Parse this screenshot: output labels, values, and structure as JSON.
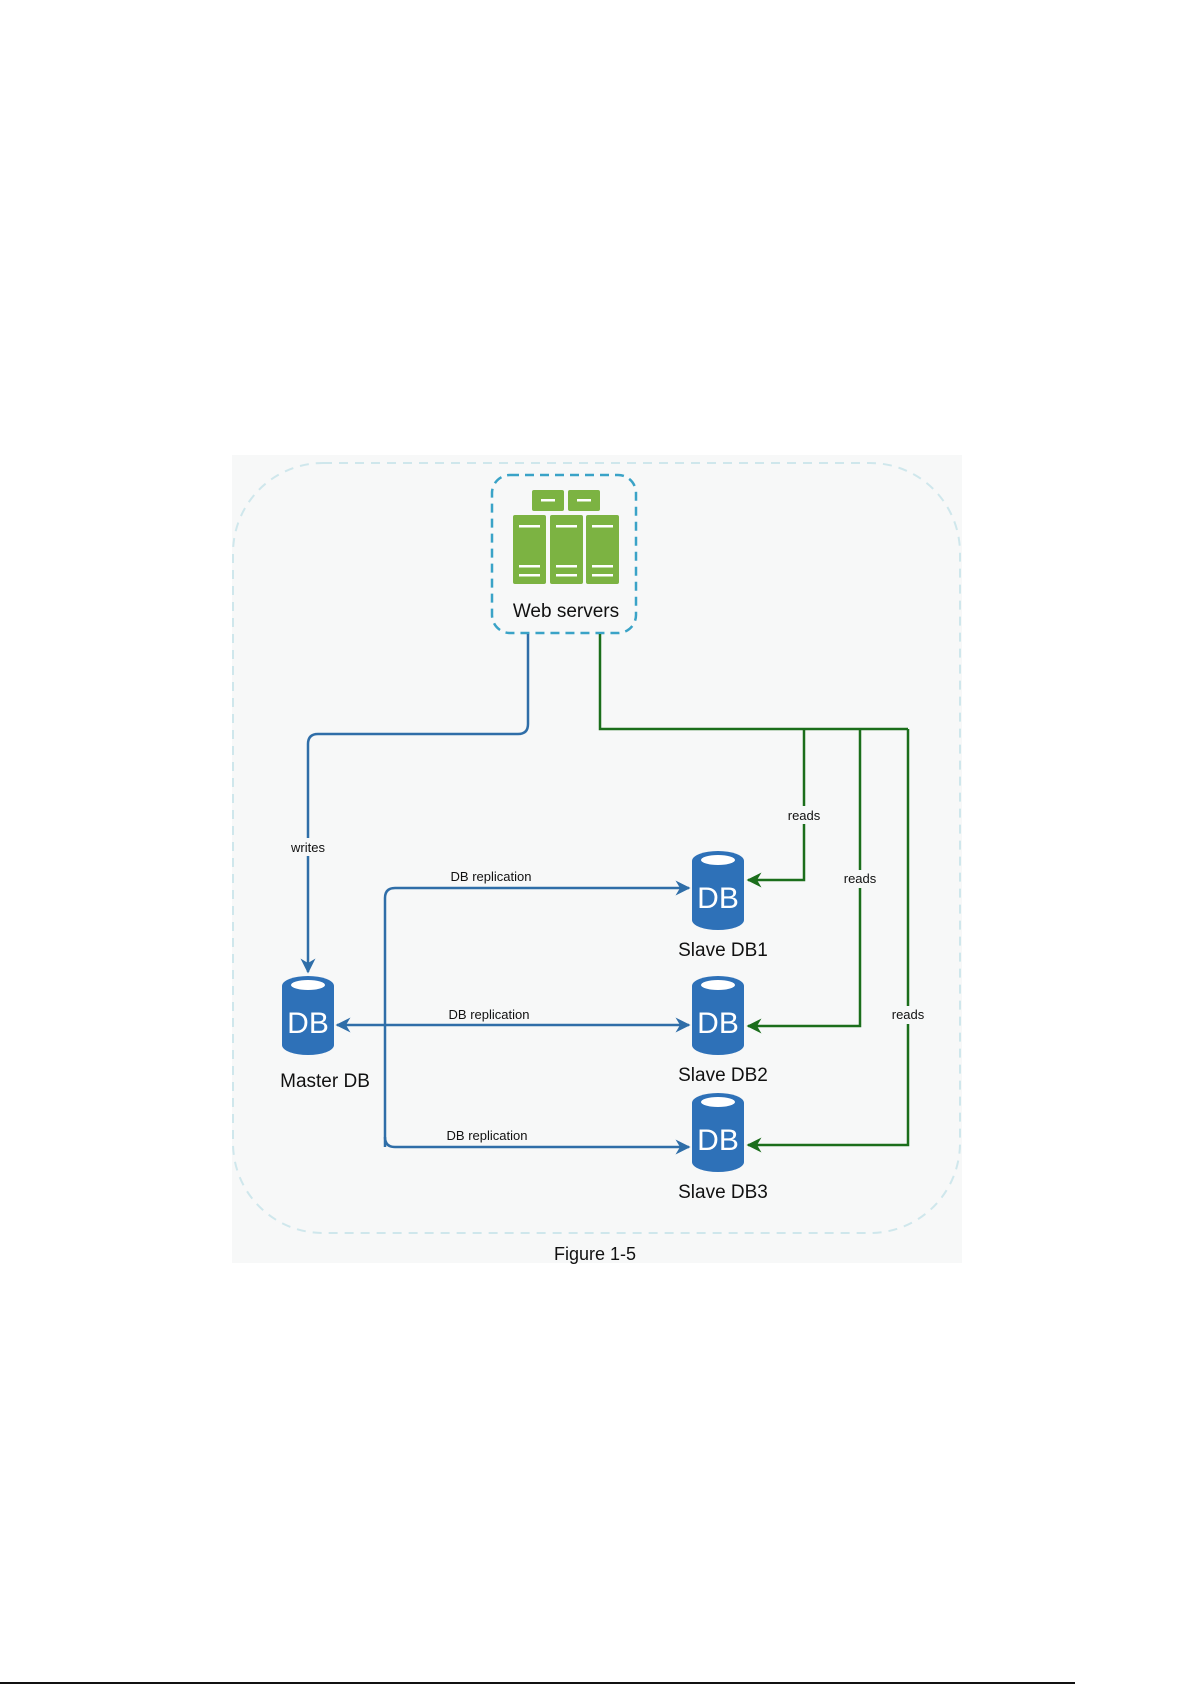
{
  "figure": {
    "caption": "Figure 1-5",
    "colors": {
      "panel_bg": "#f7f8f8",
      "outer_border": "#bfe3ea",
      "webserver_border": "#3aa3c7",
      "server_green": "#7cb342",
      "db_blue": "#2e71b8",
      "write_line": "#2f6ea8",
      "read_line": "#1b6e1b"
    }
  },
  "nodes": {
    "web_servers": {
      "label": "Web servers",
      "icon": "server-rack-icon"
    },
    "master_db": {
      "label": "Master DB",
      "icon_text": "DB"
    },
    "slave_db1": {
      "label": "Slave DB1",
      "icon_text": "DB"
    },
    "slave_db2": {
      "label": "Slave DB2",
      "icon_text": "DB"
    },
    "slave_db3": {
      "label": "Slave DB3",
      "icon_text": "DB"
    }
  },
  "edges": [
    {
      "id": "writes",
      "from": "web_servers",
      "to": "master_db",
      "label": "writes",
      "kind": "write"
    },
    {
      "id": "repl1",
      "from": "master_db",
      "to": "slave_db1",
      "label": "DB replication",
      "kind": "replication"
    },
    {
      "id": "repl2",
      "from": "master_db",
      "to": "slave_db2",
      "label": "DB replication",
      "kind": "replication",
      "bidirectional": true
    },
    {
      "id": "repl3",
      "from": "master_db",
      "to": "slave_db3",
      "label": "DB replication",
      "kind": "replication"
    },
    {
      "id": "reads1",
      "from": "web_servers",
      "to": "slave_db1",
      "label": "reads",
      "kind": "read"
    },
    {
      "id": "reads2",
      "from": "web_servers",
      "to": "slave_db2",
      "label": "reads",
      "kind": "read"
    },
    {
      "id": "reads3",
      "from": "web_servers",
      "to": "slave_db3",
      "label": "reads",
      "kind": "read"
    }
  ]
}
